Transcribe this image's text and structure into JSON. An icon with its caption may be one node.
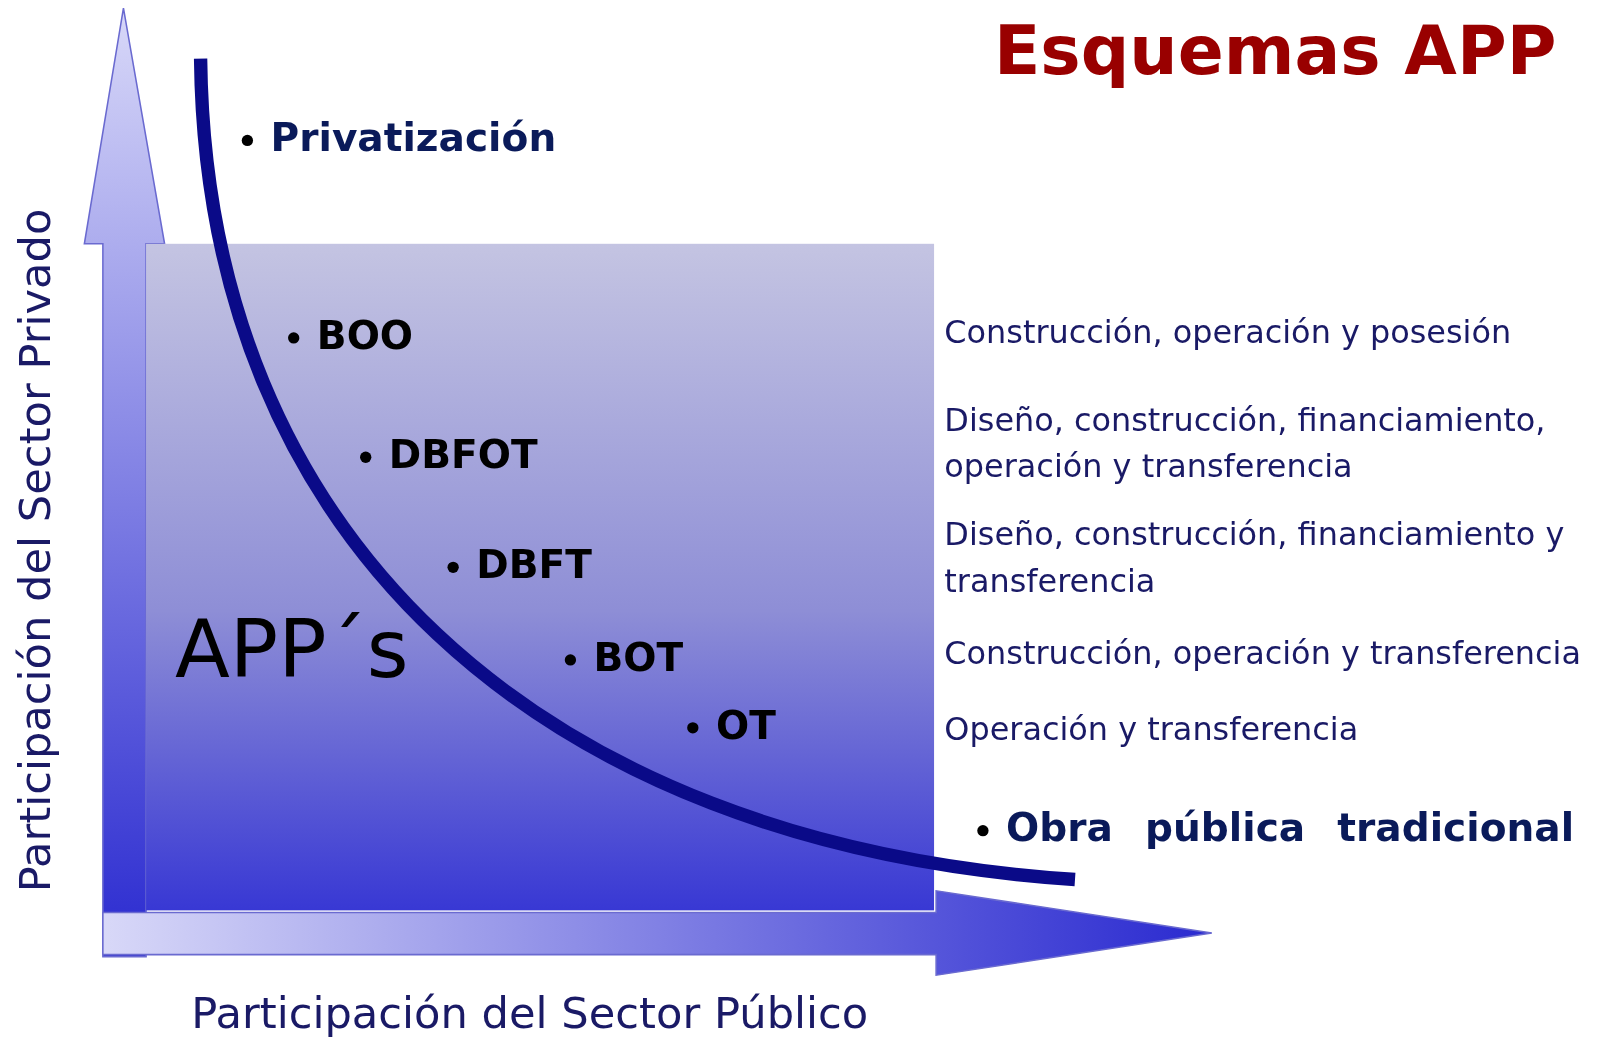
{
  "diagram": {
    "title": "Esquemas APP",
    "nodes": [
      {
        "text": [
          "APP´s"
        ]
      }
    ],
    "edges": [],
    "labels": [
      "Privatización",
      "BOO",
      "Construcción, operación y posesión",
      "DBFOT",
      "Diseño, construcción, financiamiento, operación y transferencia",
      "DBFT",
      "Diseño, construcción, financiamiento y transferencia",
      "BOT",
      "Construcción, operación y transferencia",
      "OT",
      "Operación y transferencia",
      "Obra pública tradicional",
      "Participación del Sector Privado",
      "Participación del Sector Público"
    ]
  }
}
